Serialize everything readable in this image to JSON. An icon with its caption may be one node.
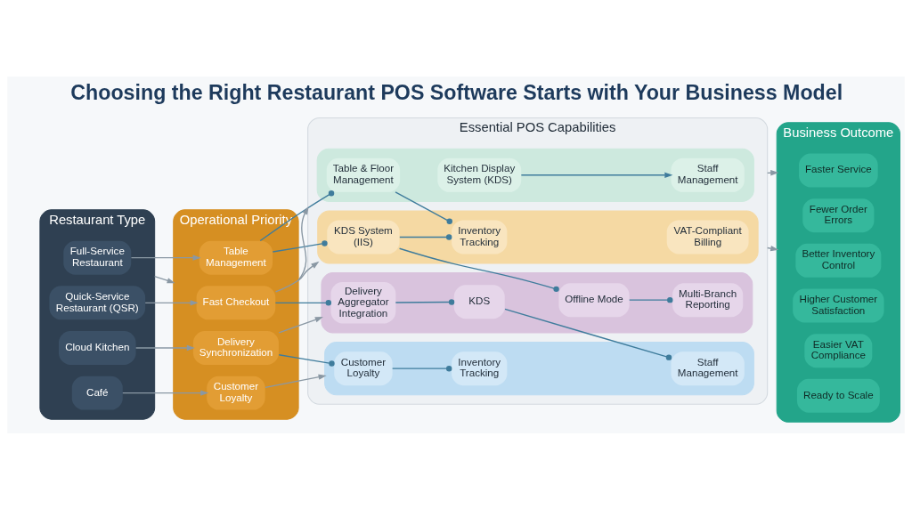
{
  "diagram": {
    "title": "Choosing the Right Restaurant POS Software Starts with Your Business Model",
    "nodes": [
      {
        "text": [
          "Restaurant Type"
        ]
      },
      {
        "text": [
          "Full-Service Restaurant"
        ],
        "in": 0
      },
      {
        "text": [
          "Quick-Service Restaurant (QSR)"
        ],
        "in": 0
      },
      {
        "text": [
          "Cloud Kitchen"
        ],
        "in": 0
      },
      {
        "text": [
          "Café"
        ],
        "in": 0
      },
      {
        "text": [
          "Operational Priority"
        ]
      },
      {
        "text": [
          "Table Management"
        ],
        "in": 5
      },
      {
        "text": [
          "Fast Checkout"
        ],
        "in": 5
      },
      {
        "text": [
          "Delivery Synchronization"
        ],
        "in": 5
      },
      {
        "text": [
          "Customer Loyalty"
        ],
        "in": 5
      },
      {
        "text": [
          "Essential POS Capabilities"
        ]
      },
      {
        "text": [],
        "shape": "box",
        "in": 10
      },
      {
        "text": [
          "Table & Floor Management"
        ],
        "in": 11
      },
      {
        "text": [
          "Kitchen Display System (KDS)"
        ],
        "in": 11
      },
      {
        "text": [
          "Staff Management"
        ],
        "in": 11
      },
      {
        "text": [],
        "shape": "box",
        "in": 10
      },
      {
        "text": [
          "KDS System (IIS)"
        ],
        "in": 15
      },
      {
        "text": [
          "Inventory Tracking"
        ],
        "in": 15
      },
      {
        "text": [
          "VAT-Compliant Billing"
        ],
        "in": 15
      },
      {
        "text": [],
        "shape": "box",
        "in": 10
      },
      {
        "text": [
          "Delivery Aggregator Integration"
        ],
        "in": 19
      },
      {
        "text": [
          "KDS"
        ],
        "in": 19
      },
      {
        "text": [
          "Offline Mode"
        ],
        "in": 19
      },
      {
        "text": [
          "Multi-Branch Reporting"
        ],
        "in": 19
      },
      {
        "text": [],
        "shape": "box",
        "in": 10
      },
      {
        "text": [
          "Customer Loyalty"
        ],
        "in": 24
      },
      {
        "text": [
          "Inventory Tracking"
        ],
        "in": 24
      },
      {
        "text": [
          "Staff Management"
        ],
        "in": 24
      },
      {
        "text": [
          "Business Outcome"
        ]
      },
      {
        "text": [
          "Faster Service"
        ],
        "in": 28
      },
      {
        "text": [
          "Fewer Order Errors"
        ],
        "in": 28
      },
      {
        "text": [
          "Better Inventory Control"
        ],
        "in": 28
      },
      {
        "text": [
          "Higher Customer Satisfaction"
        ],
        "in": 28
      },
      {
        "text": [
          "Easier VAT Compliance"
        ],
        "in": 28
      },
      {
        "text": [
          "Ready to Scale"
        ],
        "in": 28
      }
    ],
    "edges": [
      {
        "from": 0,
        "to": 5,
        "arrow": "to",
        "color": "#8a98a4"
      },
      {
        "from": 5,
        "to": 10,
        "arrow": "to",
        "color": "#8a98a4"
      },
      {
        "from": 10,
        "to": 28,
        "arrow": "to",
        "color": "#8a98a4"
      },
      {
        "from": 1,
        "to": 6,
        "arrow": "to",
        "color": "#8a98a4"
      },
      {
        "from": 2,
        "to": 7,
        "arrow": "to",
        "color": "#8a98a4"
      },
      {
        "from": 3,
        "to": 8,
        "arrow": "to",
        "color": "#8a98a4"
      },
      {
        "from": 4,
        "to": 9,
        "arrow": "to",
        "color": "#8a98a4"
      },
      {
        "from": 6,
        "to": 12,
        "arrow": "other"
      },
      {
        "from": 6,
        "to": 16,
        "arrow": "other"
      },
      {
        "from": 7,
        "to": 15,
        "arrow": "to",
        "color": "#8a98a4"
      },
      {
        "from": 7,
        "to": 20,
        "arrow": "other"
      },
      {
        "from": 8,
        "to": 19,
        "arrow": "to",
        "color": "#8a98a4"
      },
      {
        "from": 8,
        "to": 25,
        "arrow": "other"
      },
      {
        "from": 9,
        "to": 24,
        "arrow": "to",
        "color": "#8a98a4"
      },
      {
        "from": 12,
        "to": 17,
        "arrow": "other"
      },
      {
        "from": 13,
        "to": 14,
        "arrow": "to"
      },
      {
        "from": 16,
        "to": 17,
        "arrow": "other"
      },
      {
        "from": 16,
        "to": 22,
        "arrow": "other"
      },
      {
        "from": 20,
        "to": 21,
        "arrow": "other"
      },
      {
        "from": 22,
        "to": 23,
        "arrow": "other"
      },
      {
        "from": 21,
        "to": 27,
        "arrow": "other"
      },
      {
        "from": 25,
        "to": 26,
        "arrow": "other"
      },
      {
        "from": 10,
        "to": 28,
        "arrow": "to",
        "color": "#8a98a4"
      }
    ]
  }
}
